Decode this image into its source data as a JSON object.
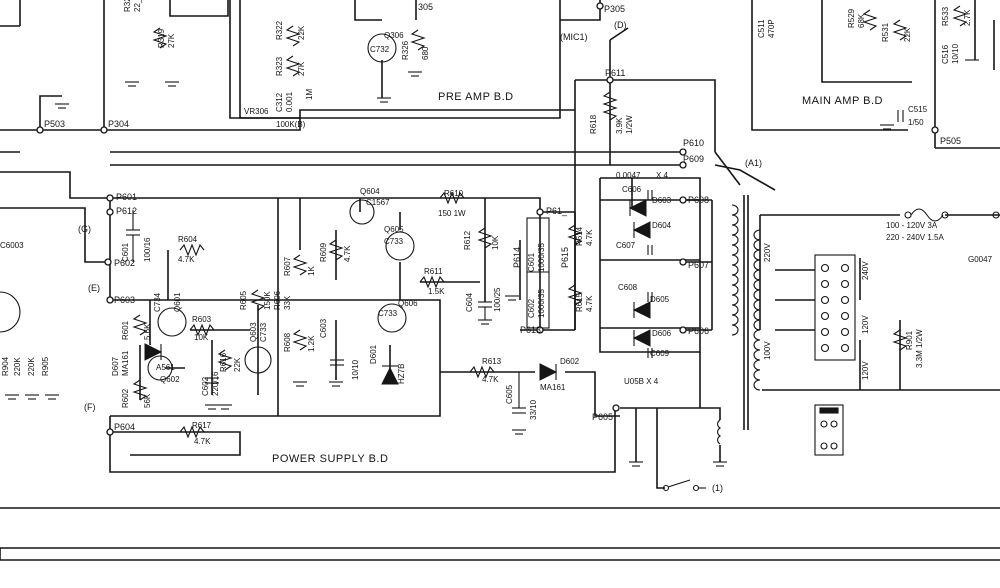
{
  "boards": {
    "pre_amp": "PRE AMP B.D",
    "main_amp": "MAIN AMP B.D",
    "power_supply": "POWER SUPPLY B.D"
  },
  "points": {
    "p503": "P503",
    "p304": "P304",
    "p305": "P305",
    "p505": "P505",
    "p611": "P611",
    "p610": "P610",
    "p609": "P609",
    "p608": "P608",
    "p607": "P607",
    "p606": "P606",
    "p605": "P605",
    "p601": "P601",
    "p612": "P612",
    "p602": "P602",
    "p603": "P603",
    "p604": "P604",
    "p614": "P614",
    "p615": "P615",
    "p613": "P613",
    "p61x": "P61_",
    "p305b": "305"
  },
  "markers": {
    "g": "(G)",
    "e": "(E)",
    "f": "(F)",
    "d": "(D)",
    "a1": "(A1)",
    "mic1": "(MIC1)"
  },
  "components": {
    "r321": "R32_",
    "r321v": "22_",
    "r319": "R319",
    "r319v": "27K",
    "r322": "R322",
    "r322v": "22K",
    "r323": "R323",
    "r323v": "27K",
    "c312": "C312",
    "c312v": "0.001",
    "c312v2": "1M",
    "vr306": "VR306",
    "vr306v": "100K(B)",
    "q306": "Q306",
    "c732a": "C732",
    "r326": "R326",
    "r326v": "680",
    "c511": "C511",
    "c511v": "470P",
    "r529": "R529",
    "r529v": "68K",
    "r531": "R531",
    "r531v": "22K",
    "r533": "R533",
    "r533v": "2.7K",
    "c516": "C516",
    "c516v": "10/10",
    "c515": "C515",
    "c515v": "1/50",
    "r618": "R618",
    "r618v": "3.9K",
    "r618v2": "1/2W",
    "c6x": "0.0047",
    "c6xn": "X 4",
    "c606": "C606",
    "c607": "C607",
    "c608": "C608",
    "c609": "C609",
    "d603": "D603",
    "d604": "D604",
    "d605": "D605",
    "d606": "D606",
    "u05b": "U05B X 4",
    "q604": "Q604",
    "c1567": "C1567",
    "q605": "Q605",
    "c733a": "C733",
    "r610": "R610",
    "r610v": "150 1W",
    "r612": "R612",
    "r612v": "10K",
    "r614": "R614",
    "r614v": "4.7K",
    "r615": "R615",
    "r615v": "4.7K",
    "c601x": "C601",
    "c601xv": "1000/35",
    "c602x": "C602",
    "c602xv": "1000/35",
    "c601": "C601",
    "c601v": "100/16",
    "r604": "R604",
    "r604v": "4.7K",
    "r607": "R607",
    "r607v": "1K",
    "r609": "R609",
    "r609v": "4.7K",
    "r611": "R611",
    "r611v": "1.5K",
    "c604": "C604",
    "c604v": "100/25",
    "q606": "Q606",
    "c733b": "C733",
    "r605": "R605",
    "r605v": "150K",
    "r606": "R606",
    "r606v": "33K",
    "r608": "R608",
    "r608v": "1.2K",
    "c603": "C603",
    "c603v": "10/10",
    "d601": "D601",
    "d601v": "HZ7B",
    "r601": "R601",
    "r601v": "5.6K",
    "q601": "Q601",
    "c734": "C734",
    "r603": "R603",
    "r603v": "10K",
    "q603": "Q603",
    "c733c": "C733",
    "r616": "R616",
    "r616v": "22K",
    "c602": "C602",
    "c602v": "220/16",
    "d607": "D607",
    "ma161": "MA161",
    "a561": "A561",
    "q602": "Q602",
    "r602": "R602",
    "r602v": "56K",
    "r617": "R617",
    "r617v": "4.7K",
    "r613": "R613",
    "r613v": "4.7K",
    "d602": "D602",
    "d602v": "MA161",
    "c605": "C605",
    "c605v": "33/10",
    "r904": "R904",
    "r904v": "220K",
    "r905": "R905",
    "r905v": "220K",
    "r901": "R901",
    "r901v": "3.3M 1/2W",
    "fuse1": "100 - 120V 3A",
    "fuse2": "220 - 240V 1.5A",
    "c6003": "C6003",
    "c0047": "G0047",
    "v220": "220V",
    "v240": "240V",
    "v120": "120V",
    "v100": "100V",
    "v120b": "120V"
  },
  "switch_label": "(1)"
}
